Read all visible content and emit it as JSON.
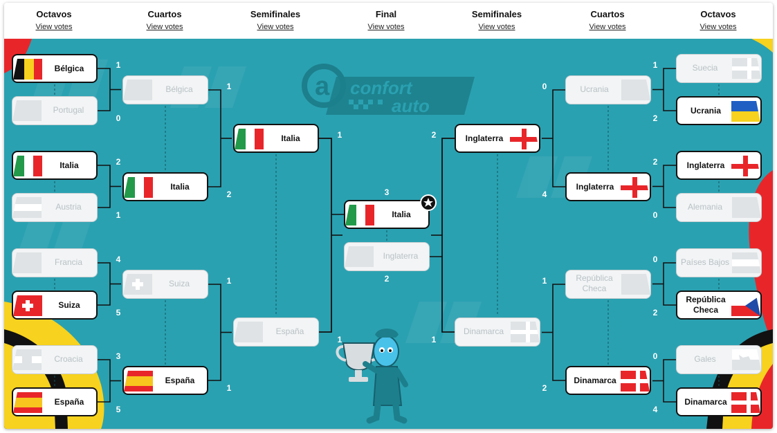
{
  "rounds": {
    "left_r16": {
      "title": "Octavos",
      "link": "View votes"
    },
    "left_qf": {
      "title": "Cuartos",
      "link": "View votes"
    },
    "left_sf": {
      "title": "Semifinales",
      "link": "View votes"
    },
    "final": {
      "title": "Final",
      "link": "View votes"
    },
    "right_sf": {
      "title": "Semifinales",
      "link": "View votes"
    },
    "right_qf": {
      "title": "Cuartos",
      "link": "View votes"
    },
    "right_r16": {
      "title": "Octavos",
      "link": "View votes"
    }
  },
  "sponsor": {
    "logo_line1": "confort",
    "logo_line2": "auto",
    "logo_letter": "a"
  },
  "colors": {
    "board": "#2aa1b1",
    "winner_border": "#111111",
    "loser_text": "#b9c1c5"
  },
  "matches": {
    "l_r16_1": {
      "a": {
        "team": "Bélgica",
        "score": "1",
        "flag": "belgium-flag"
      },
      "b": {
        "team": "Portugal",
        "score": "0",
        "flag": "portugal-flag"
      }
    },
    "l_r16_2": {
      "a": {
        "team": "Italia",
        "score": "2",
        "flag": "italy-flag"
      },
      "b": {
        "team": "Austria",
        "score": "1",
        "flag": "austria-flag"
      }
    },
    "l_r16_3": {
      "a": {
        "team": "Francia",
        "score": "4",
        "flag": "france-flag"
      },
      "b": {
        "team": "Suiza",
        "score": "5",
        "flag": "switzerland-flag"
      }
    },
    "l_r16_4": {
      "a": {
        "team": "Croacia",
        "score": "3",
        "flag": "croatia-flag"
      },
      "b": {
        "team": "España",
        "score": "5",
        "flag": "spain-flag"
      }
    },
    "l_qf_1": {
      "a": {
        "team": "Bélgica",
        "score": "1",
        "flag": "belgium-flag"
      },
      "b": {
        "team": "Italia",
        "score": "2",
        "flag": "italy-flag"
      }
    },
    "l_qf_2": {
      "a": {
        "team": "Suiza",
        "score": "1",
        "flag": "switzerland-flag"
      },
      "b": {
        "team": "España",
        "score": "1",
        "flag": "spain-flag"
      }
    },
    "l_sf": {
      "a": {
        "team": "Italia",
        "score": "1",
        "flag": "italy-flag"
      },
      "b": {
        "team": "España",
        "score": "1",
        "flag": "spain-flag"
      }
    },
    "final": {
      "a": {
        "team": "Italia",
        "score": "3",
        "flag": "italy-flag"
      },
      "b": {
        "team": "Inglaterra",
        "score": "2",
        "flag": "england-flag"
      }
    },
    "r_sf": {
      "a": {
        "team": "Inglaterra",
        "score": "2",
        "flag": "england-flag"
      },
      "b": {
        "team": "Dinamarca",
        "score": "1",
        "flag": "denmark-flag"
      }
    },
    "r_qf_1": {
      "a": {
        "team": "Ucrania",
        "score": "0",
        "flag": "ukraine-flag"
      },
      "b": {
        "team": "Inglaterra",
        "score": "4",
        "flag": "england-flag"
      }
    },
    "r_qf_2": {
      "a": {
        "team": "República Checa",
        "score": "1",
        "flag": "czech-flag"
      },
      "b": {
        "team": "Dinamarca",
        "score": "2",
        "flag": "denmark-flag"
      }
    },
    "r_r16_1": {
      "a": {
        "team": "Suecia",
        "score": "1",
        "flag": "sweden-flag"
      },
      "b": {
        "team": "Ucrania",
        "score": "2",
        "flag": "ukraine-flag"
      }
    },
    "r_r16_2": {
      "a": {
        "team": "Inglaterra",
        "score": "2",
        "flag": "england-flag"
      },
      "b": {
        "team": "Alemania",
        "score": "0",
        "flag": "germany-flag"
      }
    },
    "r_r16_3": {
      "a": {
        "team": "Países Bajos",
        "score": "0",
        "flag": "netherlands-flag"
      },
      "b": {
        "team": "República Checa",
        "score": "2",
        "flag": "czech-flag"
      }
    },
    "r_r16_4": {
      "a": {
        "team": "Gales",
        "score": "0",
        "flag": "wales-flag"
      },
      "b": {
        "team": "Dinamarca",
        "score": "4",
        "flag": "denmark-flag"
      }
    }
  }
}
